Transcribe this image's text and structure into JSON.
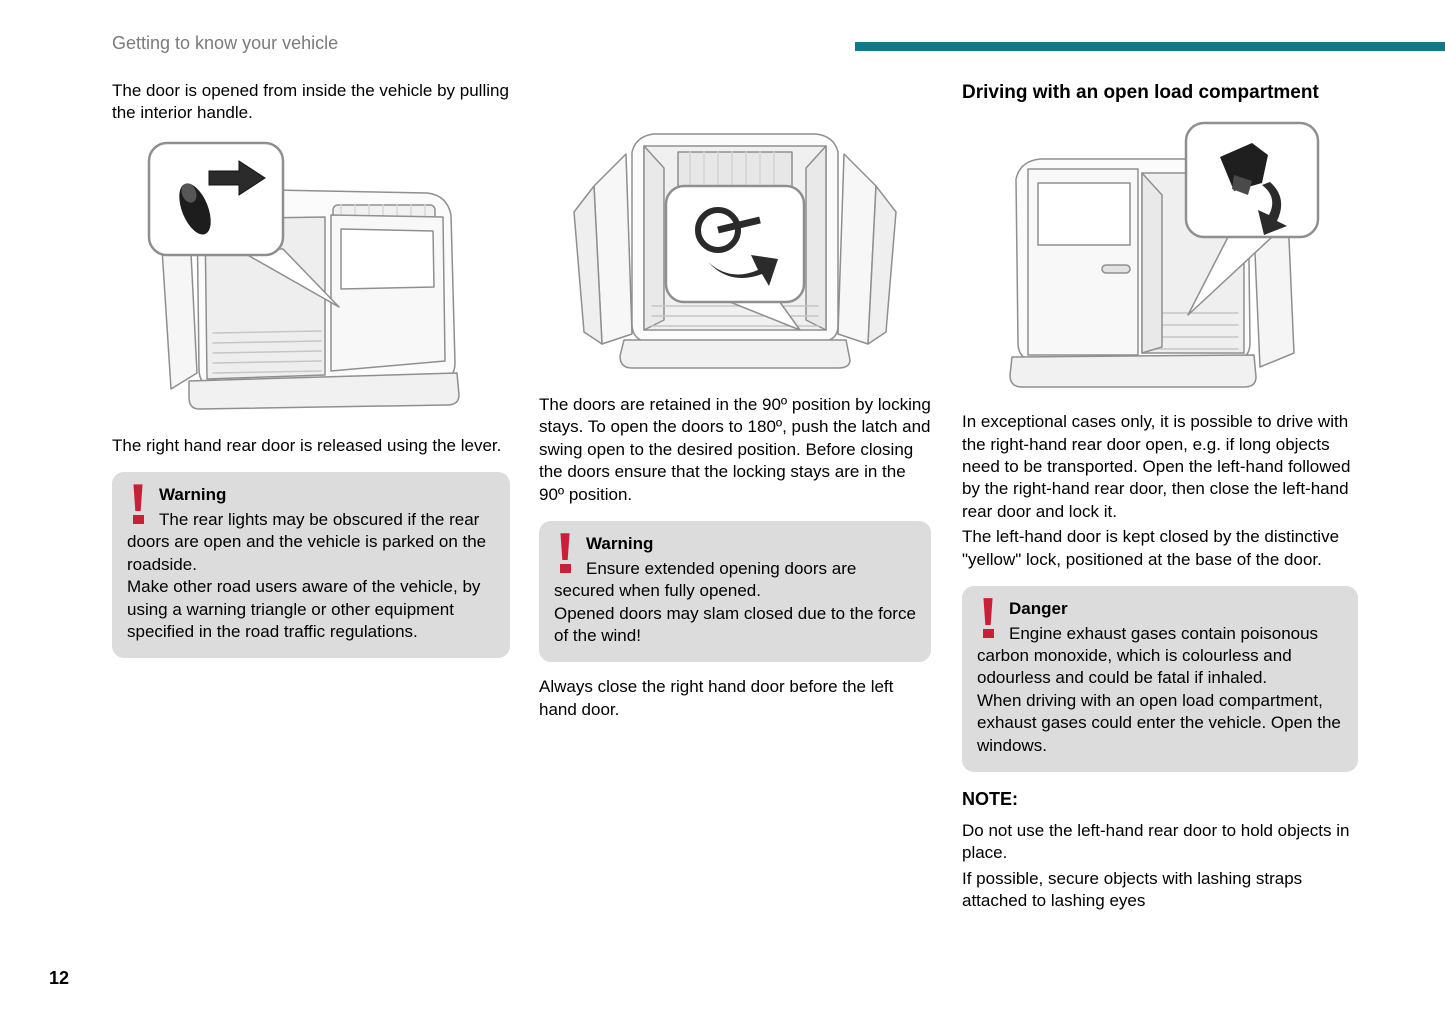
{
  "header": {
    "breadcrumb": "Getting to know your vehicle",
    "accent_bar_color": "#17768a"
  },
  "page_number": "12",
  "colors": {
    "alert_red": "#c9203a",
    "alert_box_gray": "#dcdcdc",
    "header_gray": "#7b7b7b"
  },
  "illustrations": {
    "col1": "van-rear-left-door-open-with-interior-handle-inset",
    "col2": "van-rear-both-doors-open-with-locking-stay-inset",
    "col3": "van-rear-right-door-open-with-yellow-lock-inset"
  },
  "column1": {
    "intro": "The door is opened from inside the vehicle by pulling the interior handle.",
    "caption": "The right hand rear door is released using the lever.",
    "warning": {
      "title": "Warning",
      "line1": "The rear lights may be obscured if the rear doors are open and the vehicle is parked on the roadside.",
      "line2": "Make other road users aware of the vehicle, by using a warning triangle or other equipment specified in the road traffic regulations."
    }
  },
  "column2": {
    "body": "The doors are retained in the 90º position by locking stays. To open the doors to 180º, push the latch and swing open to the desired position. Before closing the doors ensure that the locking stays are in the 90º position.",
    "warning": {
      "title": "Warning",
      "line1": "Ensure extended opening doors are secured when fully opened.",
      "line2": "Opened doors may slam closed due to the force of the wind!"
    },
    "closing": "Always close the right hand door before the left hand door."
  },
  "column3": {
    "heading": "Driving with an open load compartment",
    "body1": "In exceptional cases only, it is possible to drive with the right-hand rear door open, e.g. if long objects need to be transported. Open the left-hand followed by the right-hand rear door, then close the left-hand rear door and lock it.",
    "body2": "The left-hand door is kept closed by the distinctive \"yellow\" lock, positioned at the base of the door.",
    "danger": {
      "title": "Danger",
      "line1": "Engine exhaust gases contain poisonous carbon monoxide, which is colourless and odourless and could be fatal if inhaled.",
      "line2": "When driving with an open load compartment, exhaust gases could enter the vehicle. Open the windows."
    },
    "note_label": "NOTE:",
    "note1": "Do not use the left-hand rear door to hold objects in place.",
    "note2": "If possible, secure objects with lashing straps attached to lashing eyes"
  }
}
